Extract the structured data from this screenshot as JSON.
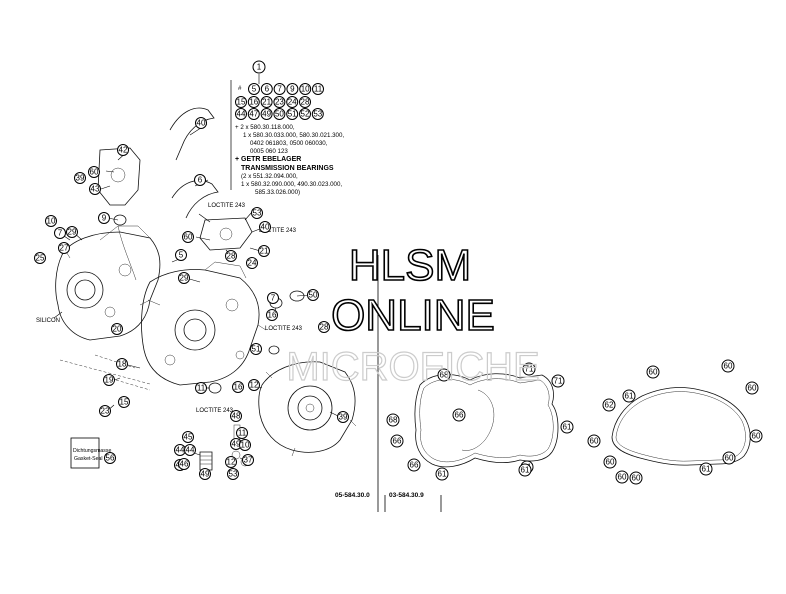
{
  "watermark": {
    "line1": "HLSM",
    "line2": "ONLINE",
    "line3": "MICROFICHE"
  },
  "legend": {
    "ref_number": "1",
    "hash": "#",
    "row1": [
      "5",
      "6",
      "7",
      "9",
      "10",
      "11"
    ],
    "row2": [
      "15",
      "16",
      "21",
      "23",
      "24",
      "28"
    ],
    "row3": [
      "44",
      "47",
      "49",
      "50",
      "51",
      "52",
      "53"
    ],
    "note1_line1": "+ 2 x 580.30.118.000,",
    "note1_line2": "1 x 580.30.033.000, 580.30.021.300,",
    "note1_line3": "0402 061803, 0500 060030,",
    "note1_line4": "0005 060 123",
    "bearing_title_line1": "+ GETR EBELAGER",
    "bearing_title_line2": "TRANSMISSION BEARINGS",
    "note2_line1": "(2 x 551.32.094.000,",
    "note2_line2": "1 x 580.32.090.000, 490.30.023.000,",
    "note2_line3": "585.33.026.000)"
  },
  "labels": {
    "loctite_top": "LOCTITE 243",
    "loctite_mid": "LOCTITE 243",
    "loctite_small": "LOCTITE 243",
    "loctite_bottom": "LOCTITE 243",
    "silicon": "SILICON",
    "sealant_line1": "Dichtungsmasse",
    "sealant_line2": "Gasket-Seal"
  },
  "refs": {
    "left": "05-584.30.0",
    "right": "03-584.30.9"
  },
  "callouts_left": [
    "40",
    "42",
    "39",
    "60",
    "43",
    "53",
    "40",
    "10",
    "9",
    "27",
    "7",
    "29",
    "60",
    "24",
    "21",
    "28",
    "25",
    "5",
    "29",
    "6",
    "20",
    "7",
    "50",
    "16",
    "28",
    "51",
    "18",
    "19",
    "15",
    "23",
    "11",
    "12",
    "16",
    "39",
    "44",
    "47",
    "49",
    "48",
    "49",
    "37",
    "53",
    "56",
    "45",
    "44",
    "46",
    "11",
    "12",
    "10"
  ],
  "callouts_middle": [
    "68",
    "71",
    "71",
    "68",
    "66",
    "61",
    "66",
    "61",
    "66",
    "61",
    "61"
  ],
  "callouts_right": [
    "60",
    "60",
    "60",
    "61",
    "62",
    "60",
    "60",
    "60",
    "60",
    "60",
    "61",
    "60"
  ]
}
